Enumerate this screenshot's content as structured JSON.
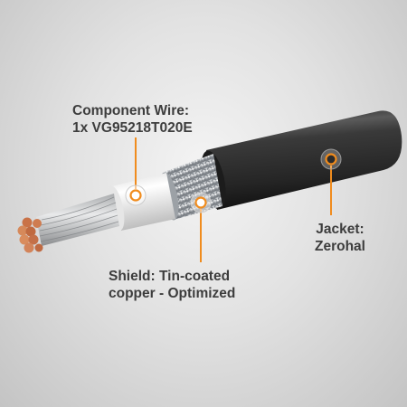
{
  "callouts": {
    "component_wire": {
      "line1": "Component Wire:",
      "line2": "1x VG95218T020E"
    },
    "jacket": {
      "line1": "Jacket:",
      "line2": "Zerohal"
    },
    "shield": {
      "line1": "Shield: Tin-coated",
      "line2": "copper - Optimized"
    }
  },
  "colors": {
    "accent": "#f08c1e",
    "label_text": "#3d3d3d",
    "jacket": "#2b2b2b",
    "copper": "#d07a4c",
    "insulation": "#f7f7f7",
    "shield": "#c9ccd0"
  }
}
